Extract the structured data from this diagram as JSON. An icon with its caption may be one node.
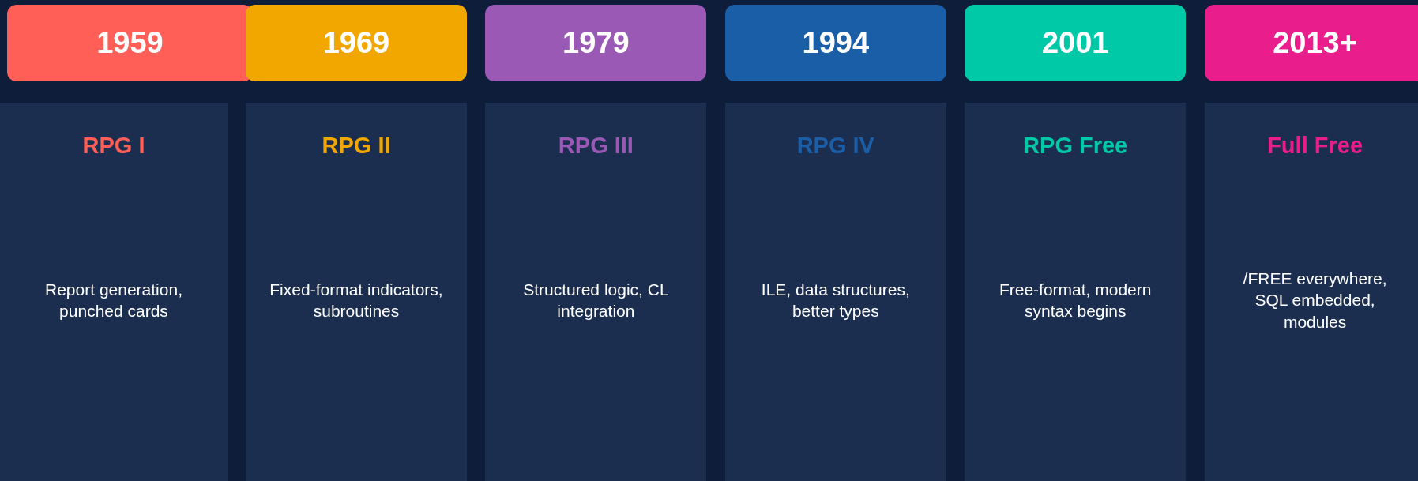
{
  "diagram": {
    "nodes": [
      {
        "text": [
          "1959"
        ]
      },
      {
        "text": [
          "1969"
        ]
      },
      {
        "text": [
          "1979"
        ]
      },
      {
        "text": [
          "1994"
        ]
      },
      {
        "text": [
          "2001"
        ]
      },
      {
        "text": [
          "2013+"
        ]
      },
      {
        "text": [
          "RPG I",
          "Report generation, punched cards"
        ]
      },
      {
        "text": [
          "RPG II",
          "Fixed-format indicators, subroutines"
        ]
      },
      {
        "text": [
          "RPG III",
          "Structured logic, CL integration"
        ]
      },
      {
        "text": [
          "RPG IV",
          "ILE, data structures, better types"
        ]
      },
      {
        "text": [
          "RPG Free",
          "Free-format, modern syntax begins"
        ]
      },
      {
        "text": [
          "Full Free",
          "/FREE everywhere, SQL embedded, modules"
        ]
      }
    ],
    "edges": []
  }
}
